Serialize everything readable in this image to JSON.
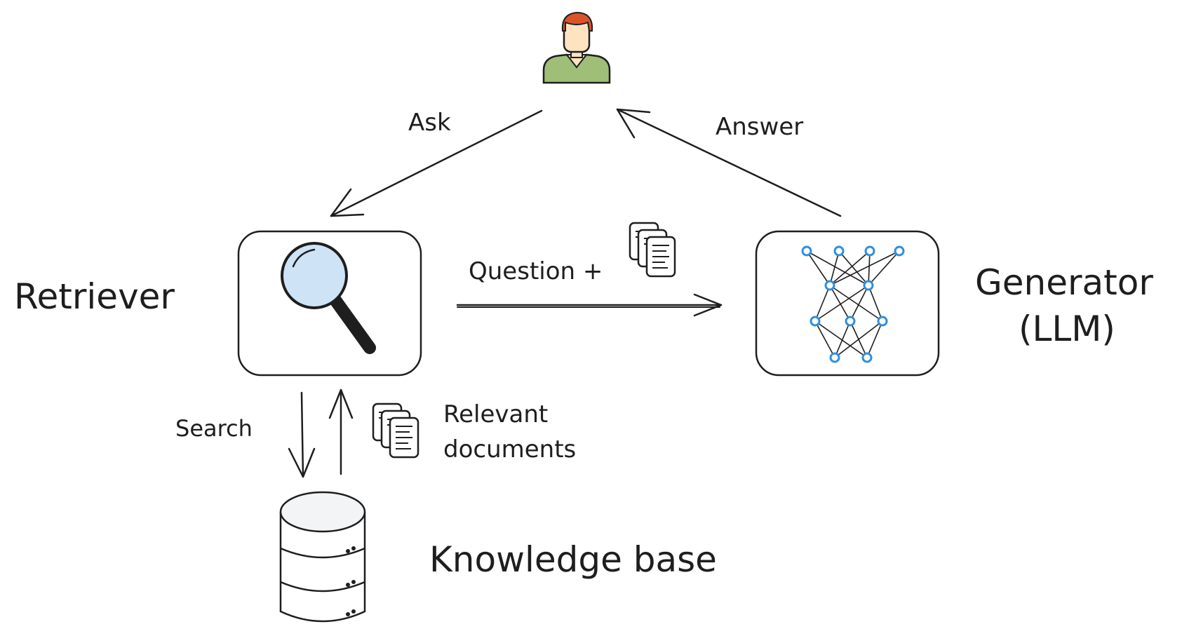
{
  "labels": {
    "ask": "Ask",
    "answer": "Answer",
    "retriever": "Retriever",
    "generator_line1": "Generator",
    "generator_line2": "(LLM)",
    "question_plus": "Question +",
    "search": "Search",
    "relevant_line1": "Relevant",
    "relevant_line2": "documents",
    "knowledge_base": "Knowledge base"
  },
  "icons": {
    "user": "user-icon",
    "retriever": "magnifying-glass-icon",
    "generator": "neural-network-icon",
    "documents": "documents-icon",
    "knowledge_base": "database-icon"
  },
  "colors": {
    "ink": "#1e1e1e",
    "user_hair": "#d9542b",
    "user_skin": "#fde3c0",
    "user_shirt": "#9fbe78",
    "lens": "#cfe3f7",
    "node": "#2f8fe0",
    "database_top": "#f3f4f6"
  }
}
